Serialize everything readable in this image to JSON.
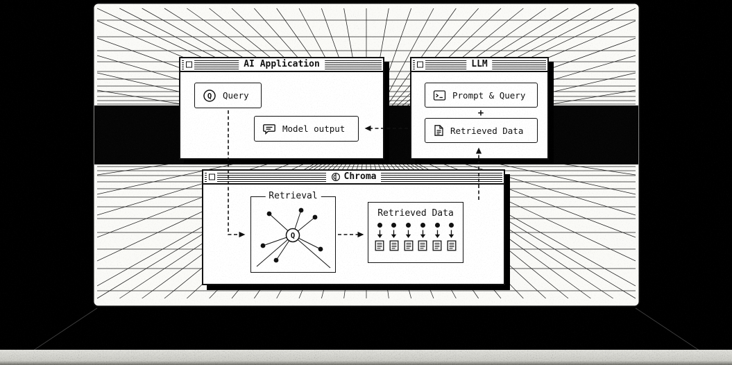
{
  "colors": {
    "ink": "#111111",
    "window_bg": "#ffffff",
    "frame_bg": "#fafaf7",
    "horizon_band": "#050505",
    "floor_strip": "#d6d6d1"
  },
  "icons": {
    "query": "circled-Q",
    "model_output": "speech-bubble",
    "prompt": "terminal-prompt",
    "retrieved_data": "document",
    "chroma_logo": "chroma-mark",
    "doc_item": "document-lines",
    "down_arrow": "arrow-down",
    "close_box": "window-close-square"
  },
  "windows": {
    "ai_application": {
      "title": "AI Application",
      "query_label": "Query",
      "query_icon_letter": "Q",
      "model_output_label": "Model output"
    },
    "llm": {
      "title": "LLM",
      "prompt_query_label": "Prompt & Query",
      "plus_sign": "+",
      "retrieved_data_label": "Retrieved Data"
    },
    "chroma": {
      "title": "Chroma",
      "retrieval_label": "Retrieval",
      "retrieval_center_letter": "Q",
      "retrieved_data_label": "Retrieved Data",
      "retrieved_doc_count": 6
    }
  },
  "connections": [
    "query-to-retrieval",
    "retrieval-to-retrieved-data",
    "retrieved-data-to-llm",
    "llm-to-model-output"
  ]
}
